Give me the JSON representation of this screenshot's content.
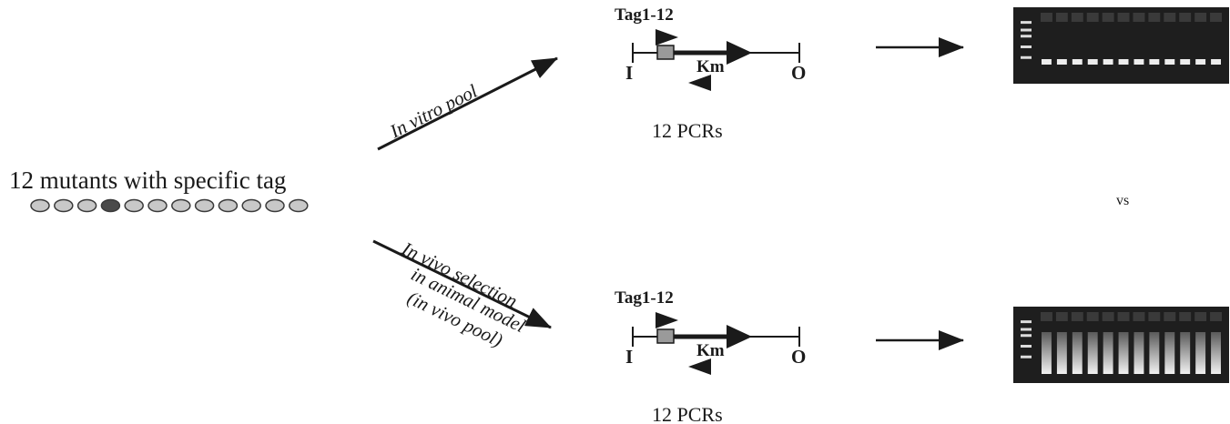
{
  "source_label": "12 mutants with specific tag",
  "mutant_count": 12,
  "highlighted_mutant": 4,
  "routes": {
    "in_vitro": {
      "label": "In vitro pool"
    },
    "in_vivo": {
      "lines": [
        "In vivo selection",
        "in animal model",
        "(in vivo pool)"
      ]
    }
  },
  "constructs": [
    {
      "tag_label": "Tag1-12",
      "start_label": "I",
      "marker_label": "Km",
      "end_label": "O",
      "pcr_label": "12 PCRs"
    },
    {
      "tag_label": "Tag1-12",
      "start_label": "I",
      "marker_label": "Km",
      "end_label": "O",
      "pcr_label": "12 PCRs"
    }
  ],
  "gels": [
    {
      "lane_count": 12,
      "band_style": "faint"
    },
    {
      "lane_count": 12,
      "band_style": "strong"
    }
  ],
  "comparison_label": "vs",
  "colors": {
    "ink": "#1a1a1a",
    "oval_fill": "#c8c8c8",
    "oval_highlight": "#4a4a4a",
    "tag_box": "#9a9a9a",
    "gel_bg": "#1e1e1e",
    "gel_band": "#ededed"
  }
}
